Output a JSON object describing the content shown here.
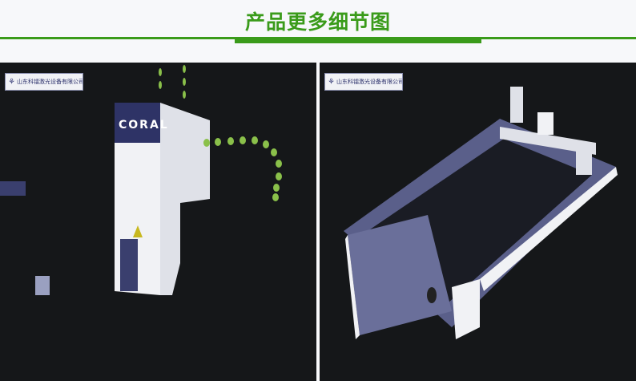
{
  "header": {
    "title": "产品更多细节图"
  },
  "photos": [
    {
      "logo_text": "山东科镭激光设备有限公司",
      "brand_text": "CORAL"
    },
    {
      "logo_text": "山东科镭激光设备有限公司"
    }
  ],
  "colors": {
    "accent": "#3a9b1a",
    "photo_bg": "#151719"
  }
}
